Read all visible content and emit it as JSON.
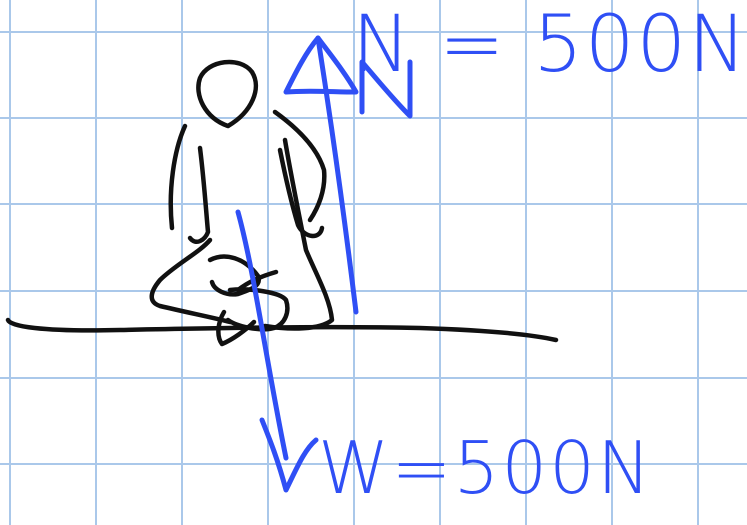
{
  "diagram": {
    "background": "#ffffff",
    "grid_color": "#aac8ea",
    "ink_color": "#111111",
    "annotation_color": "#2f4ff5",
    "forces": [
      {
        "symbol": "N",
        "label": "N = 500N",
        "direction": "up"
      },
      {
        "symbol": "W",
        "label": "W=500N",
        "direction": "down"
      }
    ]
  }
}
